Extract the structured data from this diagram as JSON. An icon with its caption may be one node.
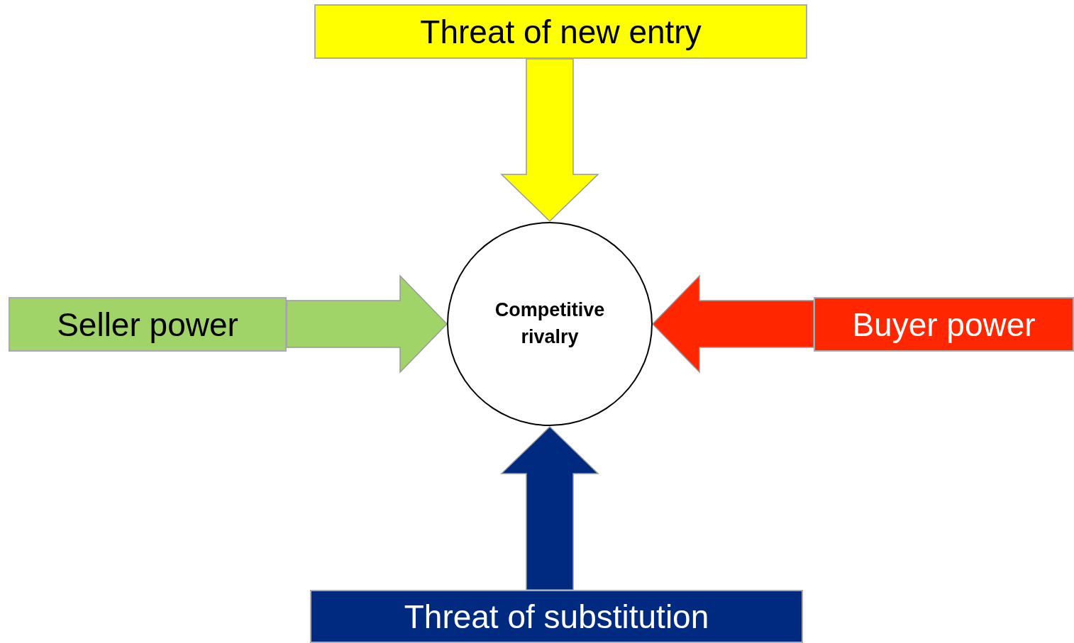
{
  "diagram": {
    "nodes": [
      {
        "text": [
          "Threat of new entry"
        ]
      },
      {
        "text": [
          "Seller power"
        ]
      },
      {
        "text": [
          "Competitive rivalry"
        ]
      },
      {
        "text": [
          "Buyer power"
        ]
      },
      {
        "text": [
          "Threat of substitution"
        ]
      }
    ],
    "edges": [
      {
        "from": 0,
        "to": 2,
        "arrow": "to",
        "style": "thick",
        "color": "#ffff00"
      },
      {
        "from": 1,
        "to": 2,
        "arrow": "to",
        "style": "thick",
        "color": "#a0d468"
      },
      {
        "from": 3,
        "to": 2,
        "arrow": "to",
        "style": "thick",
        "color": "#ff2600"
      },
      {
        "from": 4,
        "to": 2,
        "arrow": "to",
        "style": "thick",
        "color": "#002a80"
      }
    ]
  }
}
